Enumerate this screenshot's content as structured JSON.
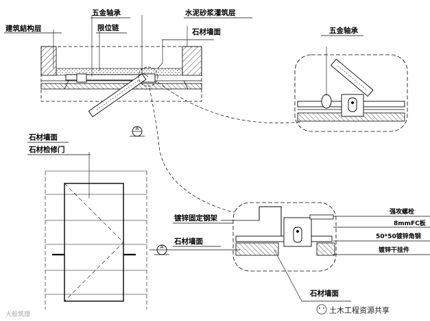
{
  "labels": {
    "structural_layer": "建筑結构层",
    "hardware_bearing_top": "五金轴承",
    "limit_chain": "限位链",
    "cement_mortar_layer": "水泥砂浆灌筑层",
    "stone_wall_top": "石材墙面",
    "hardware_bearing_detail": "五金轴承",
    "stone_wall_left": "石材墙面",
    "stone_access_door": "石材检修门",
    "galvanized_frame": "镀锌固定钢架",
    "stone_wall_mid": "石材墙面",
    "stone_wall_bottom": "石材墙面",
    "anchor_bolt": "强攻螺栓",
    "plate_8mm": "8mmFC板",
    "angle_steel": "50*50镀锌角钢",
    "galvanized_keel": "镀锌干挂件"
  },
  "section_marks": {
    "top": "A",
    "mid": "A"
  },
  "watermark": {
    "brand": "土木工程资源共享",
    "bottom_left": "大般筑理"
  }
}
